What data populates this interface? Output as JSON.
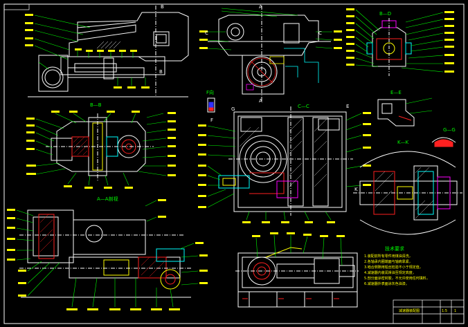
{
  "colors": {
    "background": "#000000",
    "frame": "#ffffff",
    "outline": "#ffffff",
    "leader": "#00ff00",
    "red": "#ff2020",
    "yellow": "#ffff00",
    "cyan": "#00ffff",
    "magenta": "#ff00ff",
    "blue": "#3030ff"
  },
  "section_labels": {
    "b_d": "B—D",
    "e_e": "E—E",
    "g_g": "G—G",
    "k_k": "K—K",
    "b_b": "B—B",
    "c_c": "C—C",
    "a_a": "A—A剖视",
    "f_view": "F向",
    "mark_b_top": "B",
    "mark_b_mid": "B",
    "mark_a_top": "A",
    "mark_a_bottom": "A",
    "mark_c_left": "C",
    "mark_c_right": "C",
    "mark_f": "F",
    "mark_e": "E",
    "mark_g": "G",
    "mark_k": "K"
  },
  "notes": {
    "heading": "技术要求",
    "lines": [
      "1.装配前所有零件用煤油清洗，",
      "2.各轴承内圈端面与轴肩靠紧，",
      "3.啮合侧隙用铅丝检验不小于规定值，",
      "4.减速器内装润滑油至规定高度，",
      "5.剖分面涂密封胶，不允许使用任何填料，",
      "6.减速器外表面涂灰色油漆。"
    ]
  },
  "title_block": {
    "name": "减速器装配图",
    "scale": "1:5",
    "sheet": "1"
  }
}
